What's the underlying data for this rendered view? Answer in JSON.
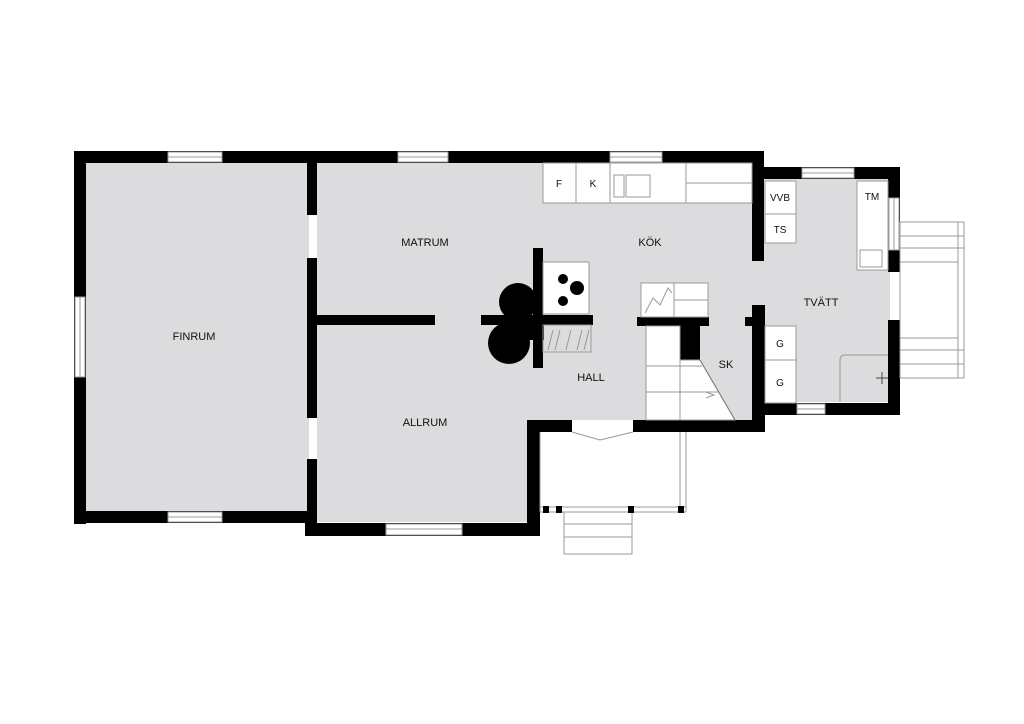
{
  "colors": {
    "wall": "#000000",
    "floor": "#dcdcde",
    "window": "#ffffff",
    "fixture_stroke": "#9a9a9a",
    "background": "#ffffff"
  },
  "rooms": {
    "finrum": "FINRUM",
    "matrum": "MATRUM",
    "allrum": "ALLRUM",
    "kok": "KÖK",
    "hall": "HALL",
    "sk": "SK",
    "tvatt": "TVÄTT"
  },
  "fixtures": {
    "fridge": "F",
    "freezer": "K",
    "water_heater": "VVB",
    "dryer_cabinet": "TS",
    "washing_machine": "TM",
    "g_upper": "G",
    "g_lower": "G"
  },
  "icons": {
    "stove": "stove-icon",
    "fireplace": "fireplace-icon",
    "stairs": "stairs-icon"
  }
}
